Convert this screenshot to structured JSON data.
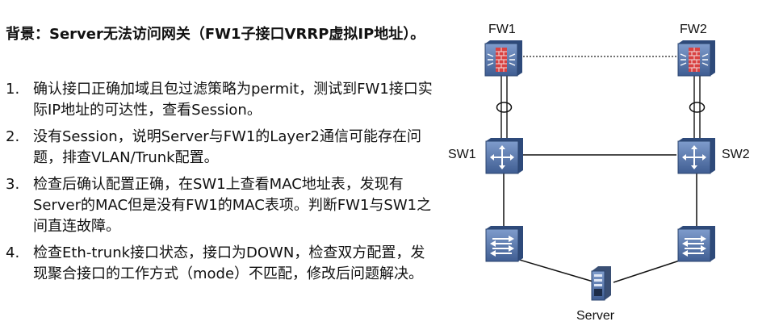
{
  "title": "背景：Server无法访问网关（FW1子接口VRRP虚拟IP地址）。",
  "steps": [
    {
      "num": "1.",
      "text": "确认接口正确加域且包过滤策略为permit，测试到FW1接口实际IP地址的可达性，查看Session。"
    },
    {
      "num": "2.",
      "text": "没有Session，说明Server与FW1的Layer2通信可能存在问题，排查VLAN/Trunk配置。"
    },
    {
      "num": "3.",
      "text": "检查后确认配置正确，在SW1上查看MAC地址表，发现有Server的MAC但是没有FW1的MAC表项。判断FW1与SW1之间直连故障。"
    },
    {
      "num": "4.",
      "text": "检查Eth-trunk接口状态，接口为DOWN，检查双方配置，发现聚合接口的工作方式（mode）不匹配，修改后问题解决。"
    }
  ],
  "diagram": {
    "labels": {
      "fw1": "FW1",
      "fw2": "FW2",
      "sw1": "SW1",
      "sw2": "SW2",
      "server": "Server"
    },
    "device_color": "#4f6ea3"
  }
}
